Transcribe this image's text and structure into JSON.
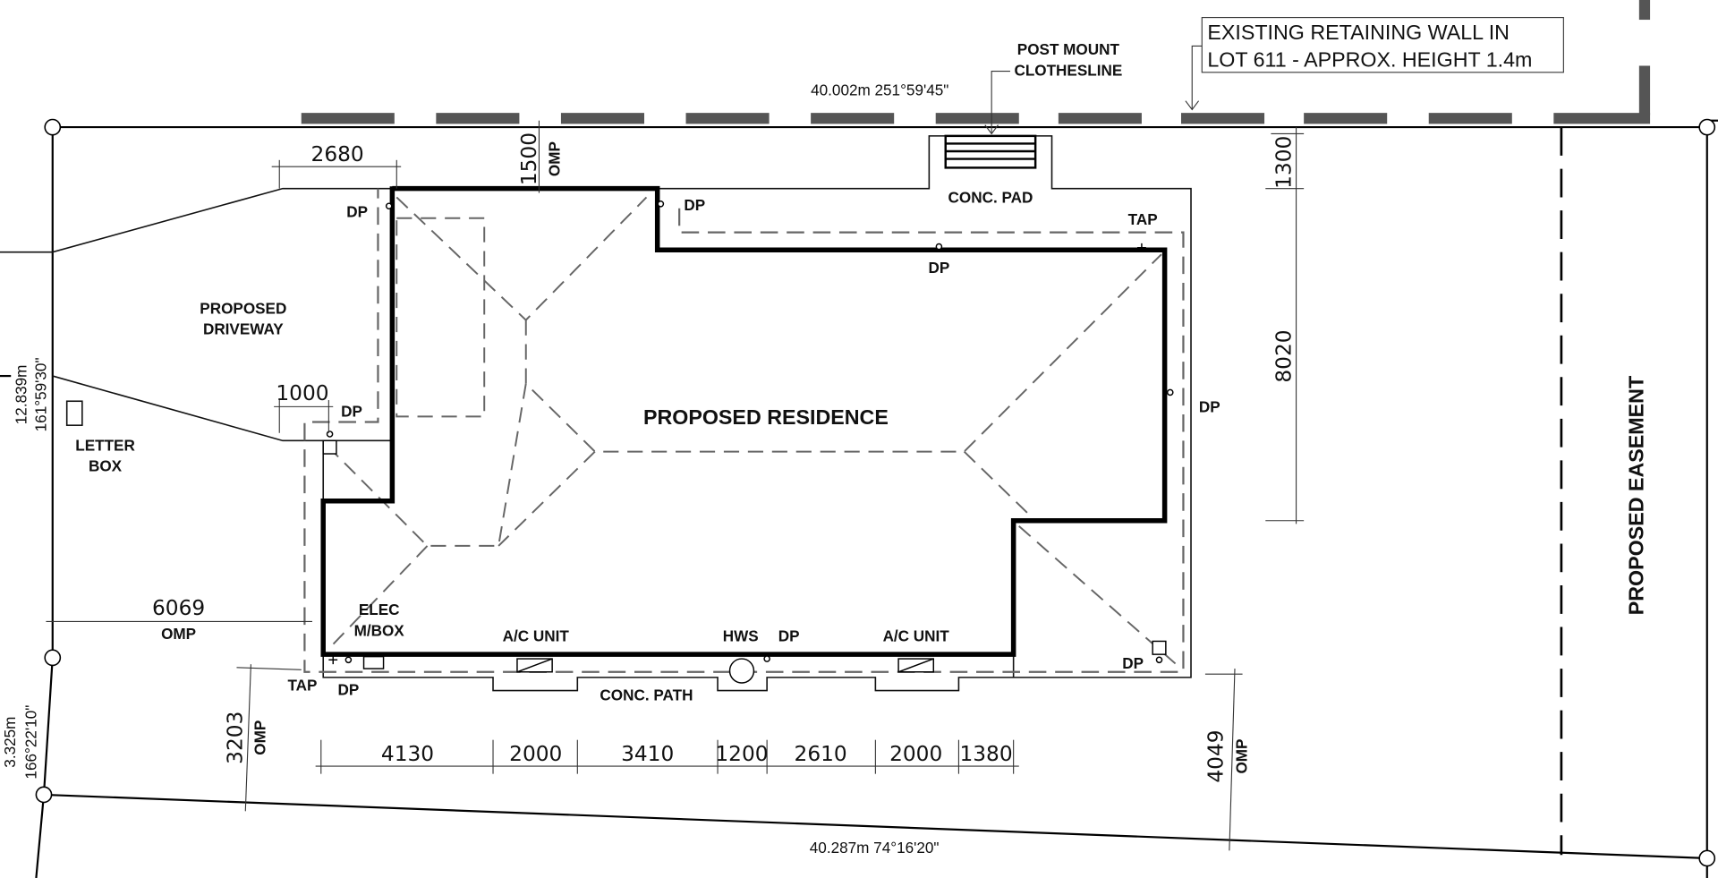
{
  "title": "Site Plan - Proposed Residence",
  "colors": {
    "retaining_wall": "#555555",
    "roof_lines": "#666666",
    "walls": "#000000"
  },
  "labels": {
    "retaining_wall_line1": "EXISTING RETAINING WALL IN",
    "retaining_wall_line2": "LOT 611 - APPROX. HEIGHT 1.4m",
    "clothesline_line1": "POST MOUNT",
    "clothesline_line2": "CLOTHESLINE",
    "top_boundary": "40.002m  251°59'45\"",
    "bottom_boundary": "40.287m  74°16'20\"",
    "left_upper_len": "12.839m",
    "left_upper_bearing": "161°59'30\"",
    "left_lower_len": "3.325m",
    "left_lower_bearing": "166°22'10\"",
    "driveway_line1": "PROPOSED",
    "driveway_line2": "DRIVEWAY",
    "letterbox_line1": "LETTER",
    "letterbox_line2": "BOX",
    "residence": "PROPOSED RESIDENCE",
    "conc_pad": "CONC. PAD",
    "conc_path": "CONC. PATH",
    "elec_line1": "ELEC",
    "elec_line2": "M/BOX",
    "ac_unit": "A/C UNIT",
    "hws": "HWS",
    "dp": "DP",
    "tap": "TAP",
    "easement": "PROPOSED EASEMENT",
    "omp": "OMP"
  },
  "dimensions": {
    "driveway_width": "2680",
    "rear_setback": "1500",
    "rear_side": "1300",
    "side_depth": "8020",
    "garage_offset": "1000",
    "front_setback_left": "6069",
    "front_setback_mid": "3203",
    "front_setback_right": "4049",
    "front_segments": [
      "4130",
      "2000",
      "3410",
      "1200",
      "2610",
      "2000",
      "1380"
    ]
  }
}
